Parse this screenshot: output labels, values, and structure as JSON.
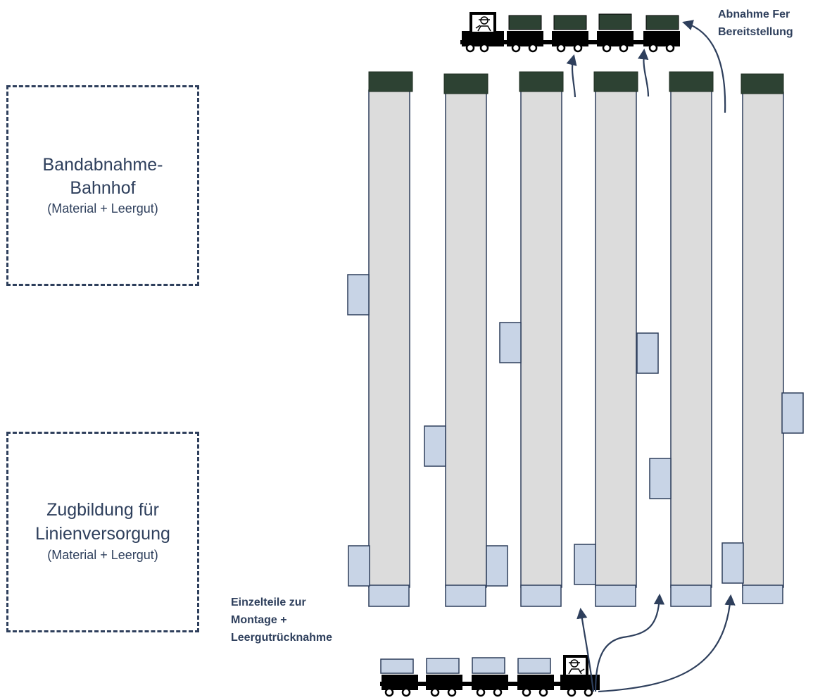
{
  "stations": {
    "top": {
      "line1": "Bandabnahme-",
      "line2": "Bahnhof",
      "line3": "(Material + Leergut)"
    },
    "bottom": {
      "line1": "Zugbildung für",
      "line2": "Linienversorgung",
      "line3": "(Material + Leergut)"
    }
  },
  "labels": {
    "pickup_line1": "Abnahme Fer",
    "pickup_line2": "Bereitstellung",
    "supply_line1": "Einzelteile zur",
    "supply_line2": "Montage +",
    "supply_line3": "Leergutrücknahme"
  },
  "colors": {
    "dark": "#2e3f5c",
    "lane": "#dcdcdc",
    "lane_border": "#2e3f5c",
    "container": "#c8d4e6",
    "full_load": "#2d4233",
    "train": "#000000"
  },
  "icons": [
    "train-locomotive-icon",
    "driver-icon",
    "wheel-icon",
    "arrow-icon"
  ]
}
